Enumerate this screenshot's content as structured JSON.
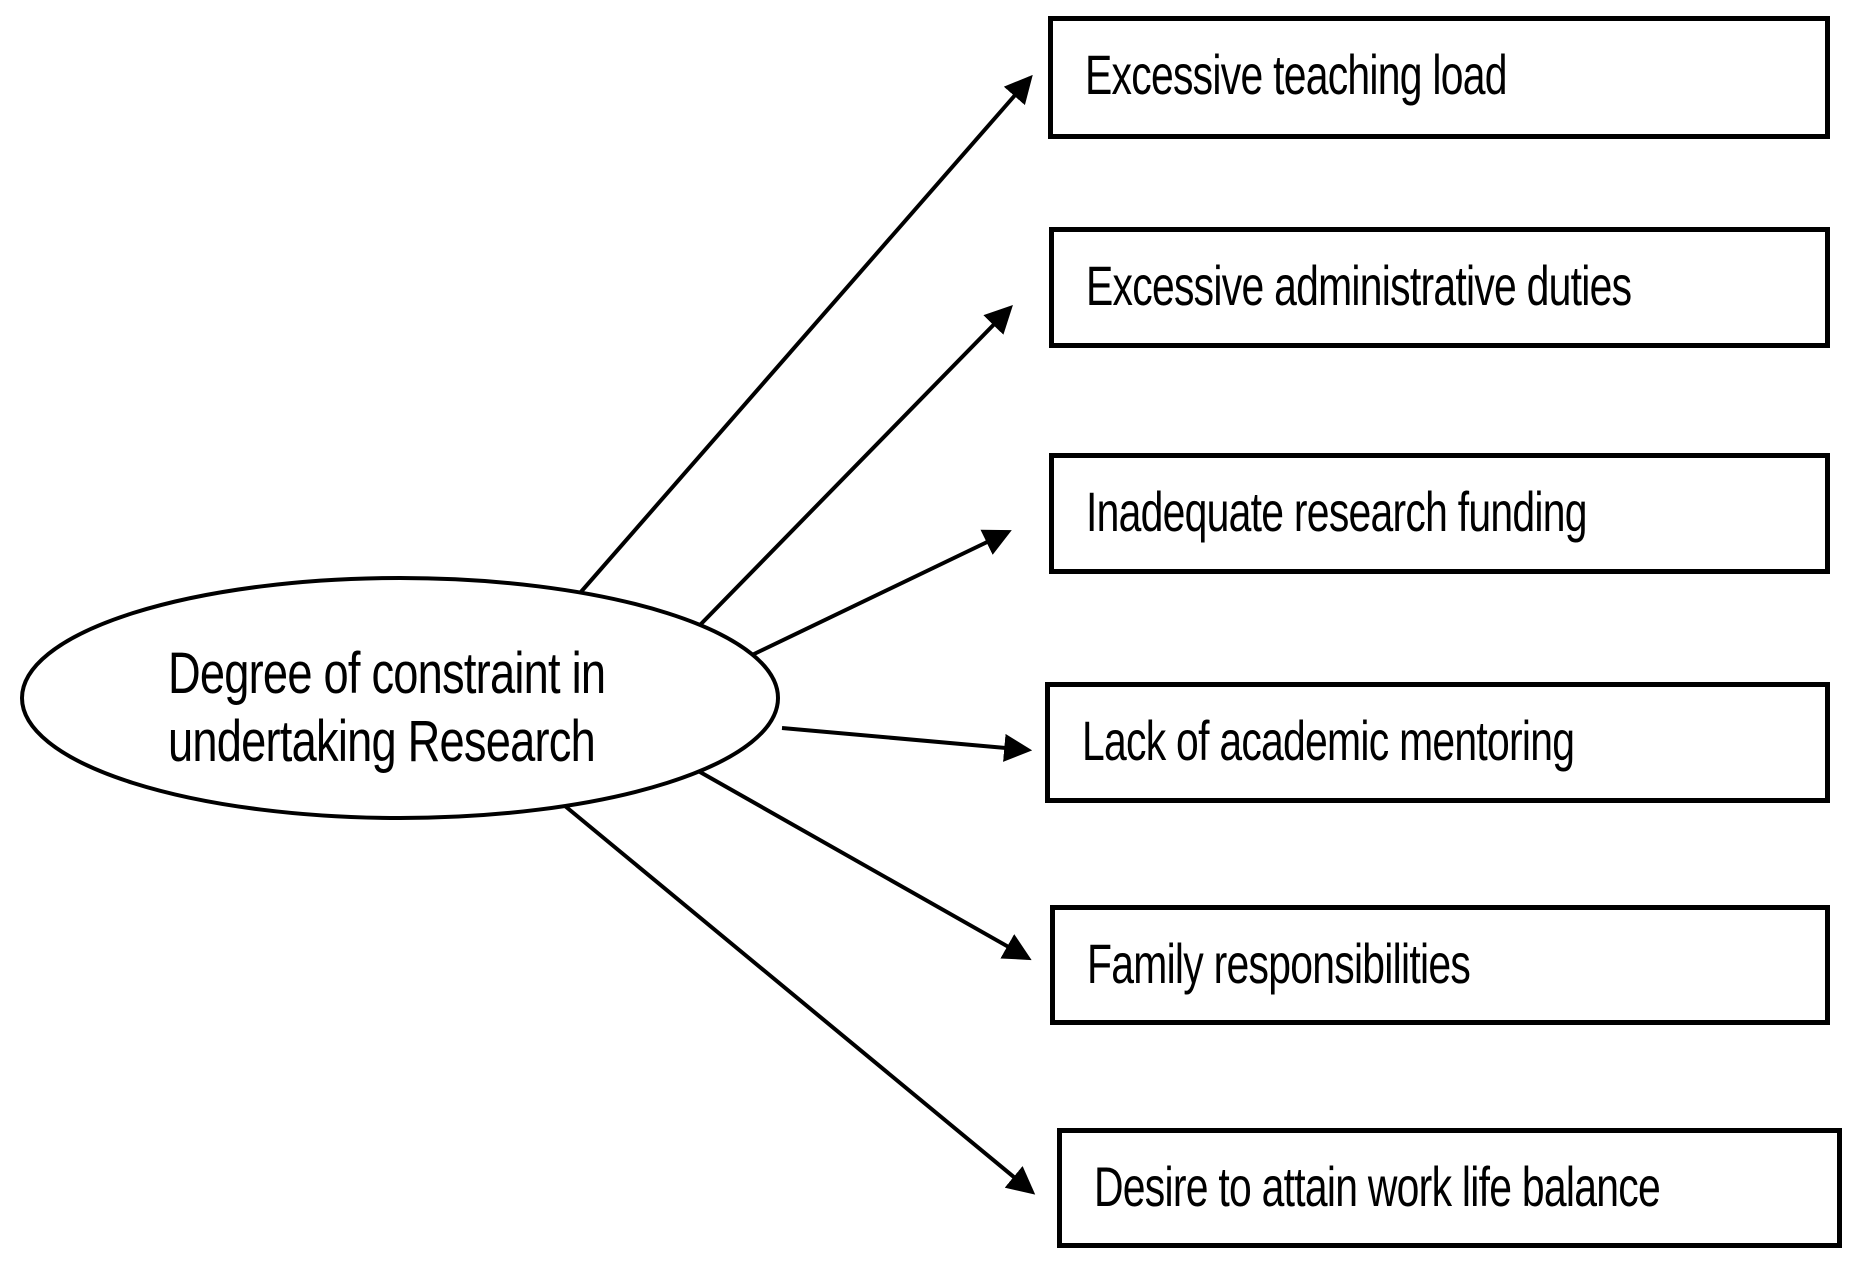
{
  "diagram": {
    "central_node": {
      "line1": "Degree of constraint in",
      "line2": "undertaking Research"
    },
    "factors": [
      {
        "label": "Excessive teaching load"
      },
      {
        "label": "Excessive administrative duties"
      },
      {
        "label": "Inadequate research funding"
      },
      {
        "label": "Lack of academic mentoring"
      },
      {
        "label": "Family responsibilities"
      },
      {
        "label": "Desire to attain work life balance"
      }
    ],
    "colors": {
      "stroke": "#000000",
      "background": "#ffffff",
      "text": "#000000"
    }
  }
}
